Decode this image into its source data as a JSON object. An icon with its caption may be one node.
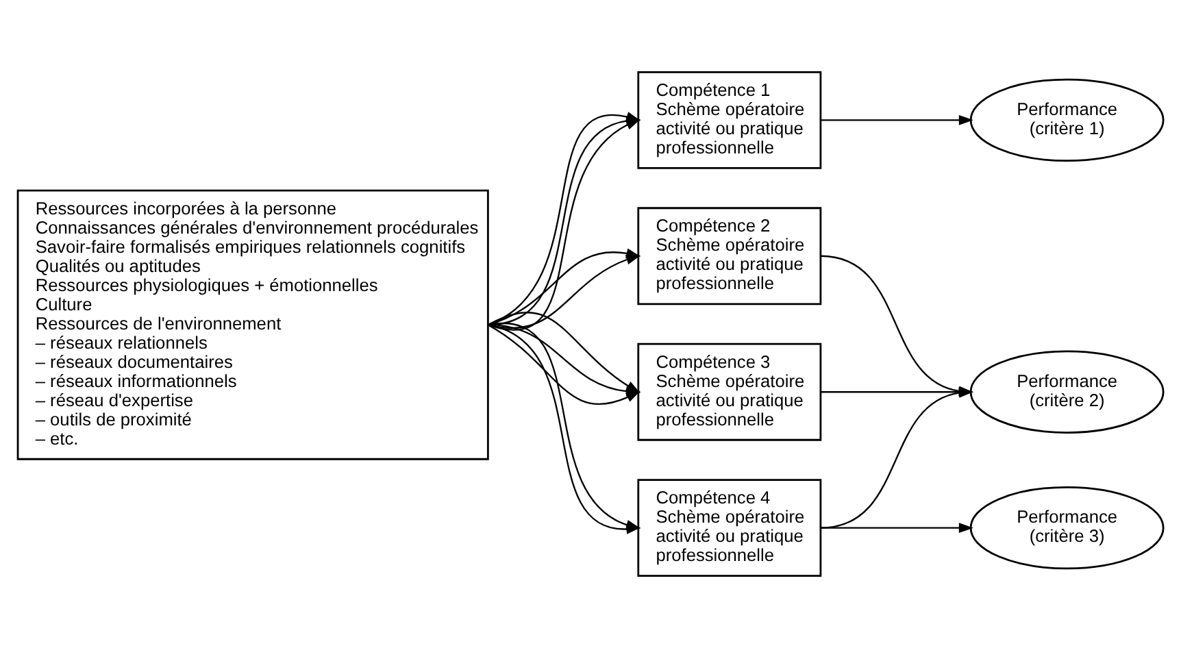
{
  "diagram": {
    "nodes": [
      {
        "text": [
          "Ressources incorporées à la personne",
          "Connaissances générales d'environnement procédurales",
          "Savoir-faire formalisés empiriques relationnels cognitifs",
          "Qualités ou aptitudes",
          "Ressources physiologiques + émotionnelles",
          "Culture",
          "Ressources de l'environnement",
          "– réseaux relationnels",
          "– réseaux documentaires",
          "– réseaux informationnels",
          "– réseau d'expertise",
          "– outils de proximité",
          "– etc."
        ]
      },
      {
        "text": [
          "Compétence 1",
          "Schème opératoire activité ou pratique professionnelle"
        ]
      },
      {
        "text": [
          "Compétence 2",
          "Schème opératoire activité ou pratique professionnelle"
        ]
      },
      {
        "text": [
          "Compétence 3",
          "Schème opératoire activité ou pratique professionnelle"
        ]
      },
      {
        "text": [
          "Compétence 4",
          "Schème opératoire activité ou pratique professionnelle"
        ]
      },
      {
        "text": [
          "Performance (critère 1)"
        ]
      },
      {
        "text": [
          "Performance (critère 2)"
        ]
      },
      {
        "text": [
          "Performance (critère 3)"
        ]
      }
    ],
    "edges": [
      {
        "from": 0,
        "to": 1,
        "arrow": "to"
      },
      {
        "from": 0,
        "to": 1,
        "arrow": "to"
      },
      {
        "from": 0,
        "to": 1,
        "arrow": "to"
      },
      {
        "from": 0,
        "to": 2,
        "arrow": "to"
      },
      {
        "from": 0,
        "to": 2,
        "arrow": "to"
      },
      {
        "from": 0,
        "to": 3,
        "arrow": "to"
      },
      {
        "from": 0,
        "to": 3,
        "arrow": "to"
      },
      {
        "from": 0,
        "to": 3,
        "arrow": "to"
      },
      {
        "from": 0,
        "to": 4,
        "arrow": "to"
      },
      {
        "from": 0,
        "to": 4,
        "arrow": "to"
      },
      {
        "from": 1,
        "to": 5,
        "arrow": "to"
      },
      {
        "from": 2,
        "to": 6,
        "arrow": "to"
      },
      {
        "from": 3,
        "to": 6,
        "arrow": "to"
      },
      {
        "from": 4,
        "to": 6,
        "arrow": "to"
      },
      {
        "from": 4,
        "to": 7,
        "arrow": "to"
      }
    ]
  }
}
